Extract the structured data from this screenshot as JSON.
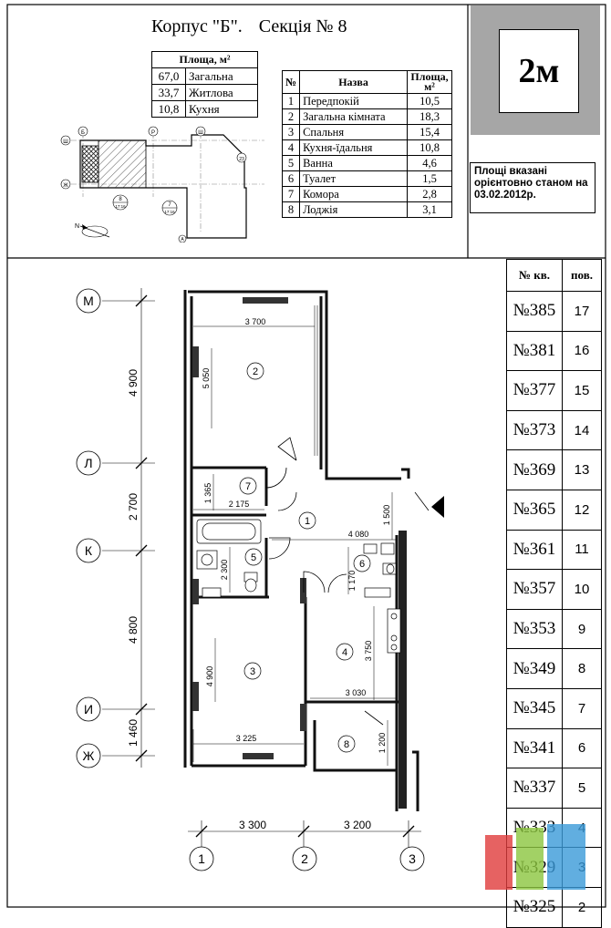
{
  "header": {
    "building": "Корпус \"Б\".",
    "section": "Секція № 8"
  },
  "area_summary": {
    "heading": "Площа, м²",
    "rows": [
      {
        "value": "67,0",
        "label": "Загальна"
      },
      {
        "value": "33,7",
        "label": "Житлова"
      },
      {
        "value": "10,8",
        "label": "Кухня"
      }
    ]
  },
  "rooms_table": {
    "headers": {
      "num": "№",
      "name": "Назва",
      "area": "Площа, м²"
    },
    "rows": [
      {
        "num": "1",
        "name": "Передпокій",
        "area": "10,5"
      },
      {
        "num": "2",
        "name": "Загальна кімната",
        "area": "18,3"
      },
      {
        "num": "3",
        "name": "Спальня",
        "area": "15,4"
      },
      {
        "num": "4",
        "name": "Кухня-їдальня",
        "area": "10,8"
      },
      {
        "num": "5",
        "name": "Ванна",
        "area": "4,6"
      },
      {
        "num": "6",
        "name": "Туалет",
        "area": "1,5"
      },
      {
        "num": "7",
        "name": "Комора",
        "area": "2,8"
      },
      {
        "num": "8",
        "name": "Лоджія",
        "area": "3,1"
      }
    ]
  },
  "apartment_type": "2м",
  "note": "Площі вказані орієнтовно станом на 03.02.2012р.",
  "key_plan": {
    "axis_labels": [
      "Ш",
      "Б",
      "Ж",
      "Р",
      "Ш",
      "23",
      "А"
    ],
    "section_tags": [
      {
        "number": "8",
        "range": "17:16"
      },
      {
        "number": "7",
        "range": "17:16"
      }
    ],
    "compass": "N"
  },
  "floors_table": {
    "headers": {
      "apartment": "№ кв.",
      "floor": "пов."
    },
    "rows": [
      {
        "apartment": "№385",
        "floor": "17"
      },
      {
        "apartment": "№381",
        "floor": "16"
      },
      {
        "apartment": "№377",
        "floor": "15"
      },
      {
        "apartment": "№373",
        "floor": "14"
      },
      {
        "apartment": "№369",
        "floor": "13"
      },
      {
        "apartment": "№365",
        "floor": "12"
      },
      {
        "apartment": "№361",
        "floor": "11"
      },
      {
        "apartment": "№357",
        "floor": "10"
      },
      {
        "apartment": "№353",
        "floor": "9"
      },
      {
        "apartment": "№349",
        "floor": "8"
      },
      {
        "apartment": "№345",
        "floor": "7"
      },
      {
        "apartment": "№341",
        "floor": "6"
      },
      {
        "apartment": "№337",
        "floor": "5"
      },
      {
        "apartment": "№333",
        "floor": "4"
      },
      {
        "apartment": "№329",
        "floor": "3"
      },
      {
        "apartment": "№325",
        "floor": "2"
      }
    ]
  },
  "plan": {
    "row_axes": [
      "М",
      "Л",
      "К",
      "И",
      "Ж"
    ],
    "column_axes": [
      "1",
      "2",
      "3"
    ],
    "row_spans": [
      "4 900",
      "2 700",
      "4 800",
      "1 460"
    ],
    "column_spans": [
      "3 300",
      "3 200"
    ],
    "room_numbers": [
      "1",
      "2",
      "3",
      "4",
      "5",
      "6",
      "7",
      "8"
    ],
    "dimensions": {
      "room2_width": "3 700",
      "room2_depth": "5 050",
      "room7_depth": "1 365",
      "room7_width": "2 175",
      "hall_width": "4 080",
      "hall_depth": "1 500",
      "bath_depth": "2 300",
      "wc_depth": "1 170",
      "kitchen_depth": "3 750",
      "kitchen_width": "3 030",
      "bedroom_depth": "4 900",
      "bedroom_width": "3 225",
      "loggia_depth": "1 200"
    }
  },
  "colors": {
    "type_box": "#a6a6a6",
    "wall": "#111111",
    "window": "#777777"
  }
}
